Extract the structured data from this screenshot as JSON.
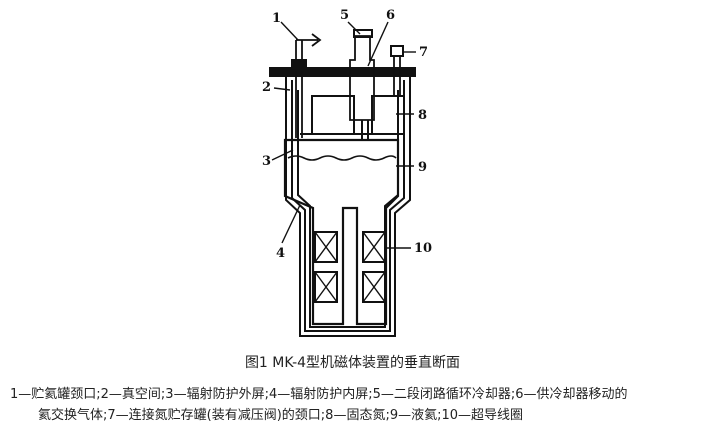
{
  "labels": {
    "l1": "1",
    "l2": "2",
    "l3": "3",
    "l4": "4",
    "l5": "5",
    "l6": "6",
    "l7": "7",
    "l8": "8",
    "l9": "9",
    "l10": "10"
  },
  "caption": "图1 MK-4型机磁体装置的垂直断面",
  "legend": {
    "line1": "1—贮氦罐颈口;2—真空间;3—辐射防护外屏;4—辐射防护内屏;5—二段闭路循环冷却器;6—供冷却器移动的",
    "line2": "氦交换气体;7—连接氮贮存罐(装有减压阀)的颈口;8—固态氮;9—液氦;10—超导线圈"
  }
}
